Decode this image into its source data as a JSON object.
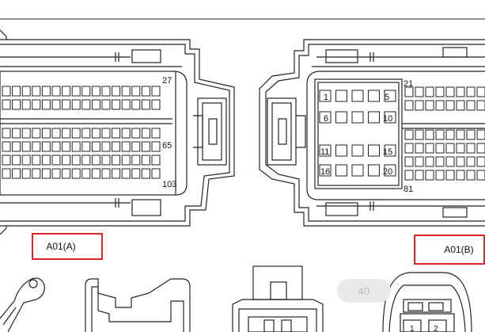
{
  "connector_a": {
    "label": "A01(A)",
    "pin_labels": [
      "27",
      "65",
      "103"
    ]
  },
  "connector_b": {
    "label": "A01(B)",
    "pin_labels": [
      "1",
      "5",
      "6",
      "10",
      "11",
      "15",
      "16",
      "20",
      "21",
      "81"
    ]
  },
  "bottom_connector": {
    "pin_labels": [
      "1",
      "2"
    ]
  },
  "zoom_control": {
    "label": "40"
  },
  "colors": {
    "line": "#222222",
    "callout_border": "#e0242b",
    "background": "#ffffff",
    "overlay": "#e9e9ea"
  }
}
